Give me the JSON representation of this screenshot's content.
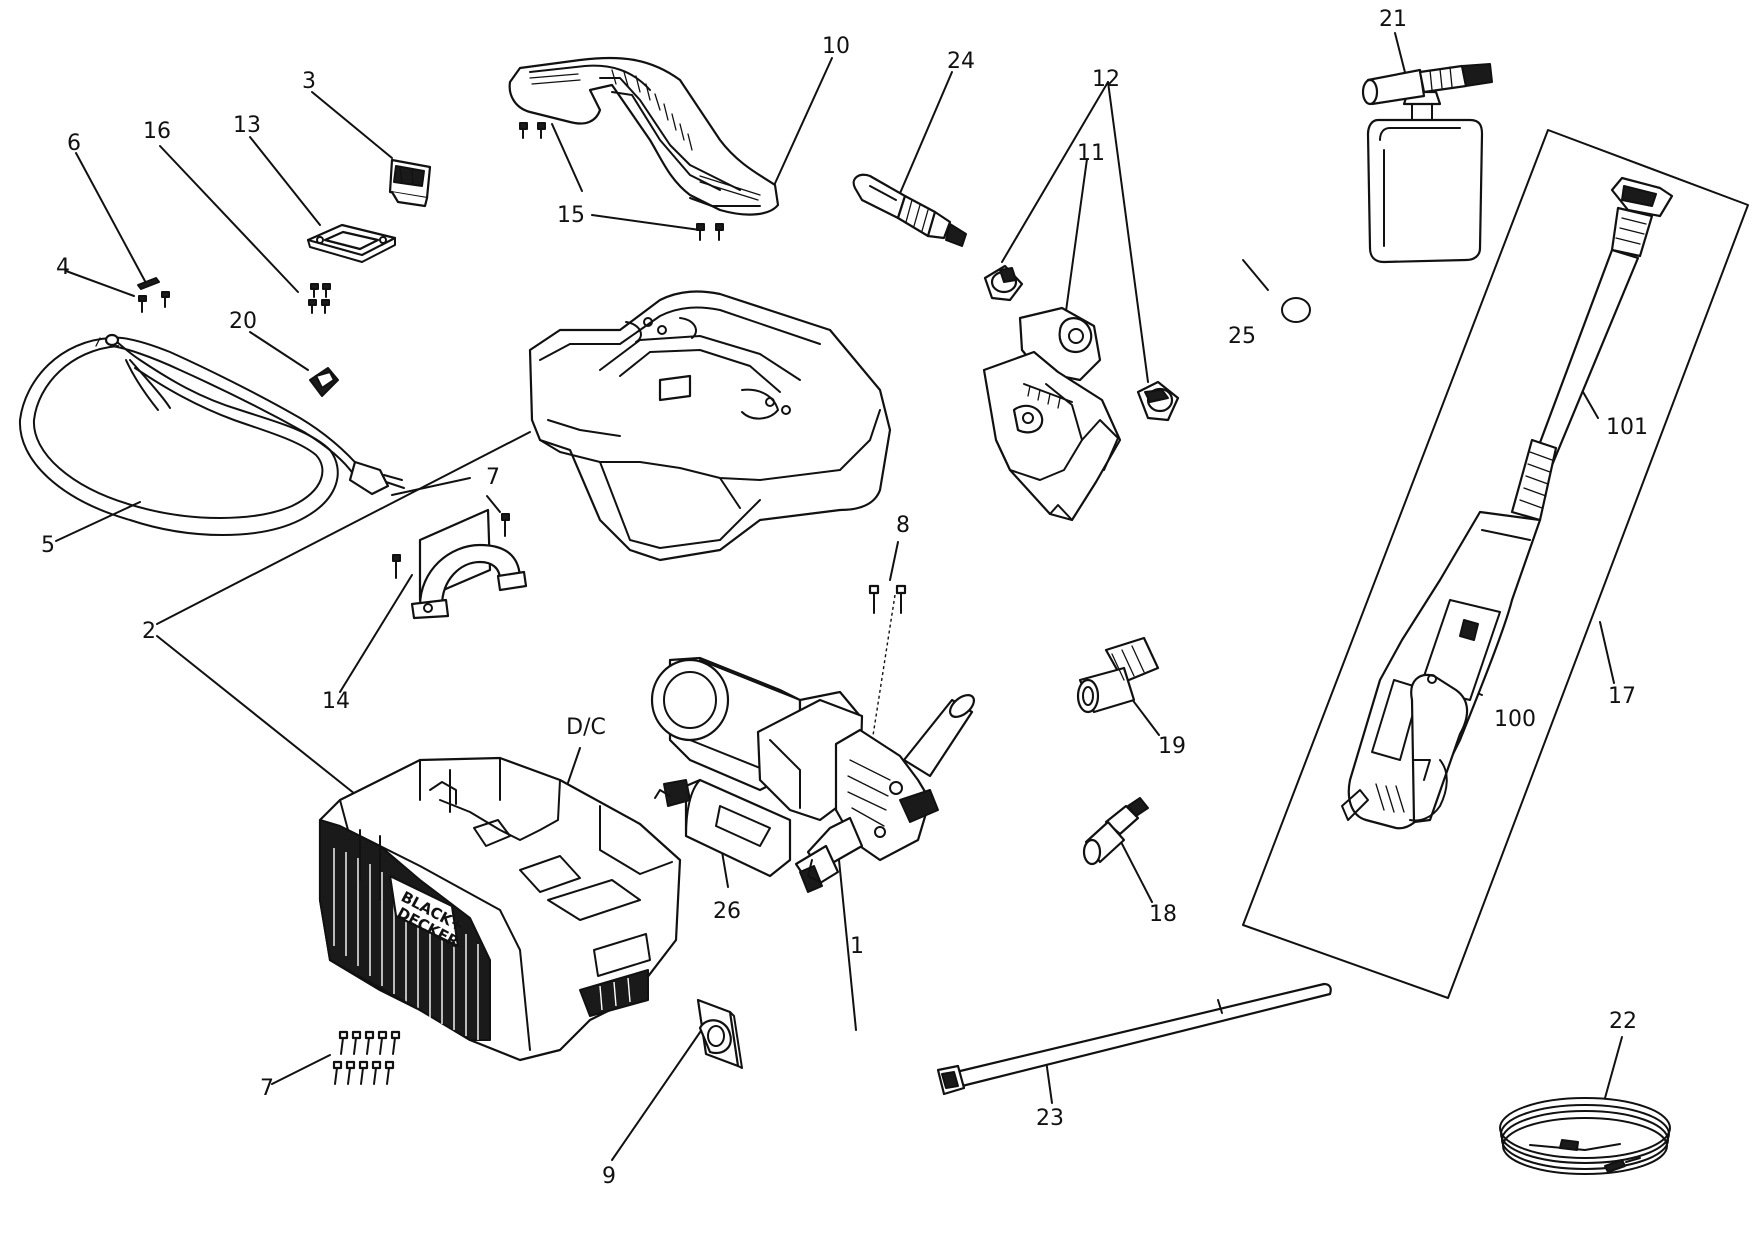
{
  "labels": {
    "l1": "1",
    "l2": "2",
    "l3": "3",
    "l4": "4",
    "l5": "5",
    "l6": "6",
    "l7a": "7",
    "l7b": "7",
    "l8": "8",
    "l9": "9",
    "l10": "10",
    "l11": "11",
    "l12": "12",
    "l13": "13",
    "l14": "14",
    "l15": "15",
    "l16": "16",
    "l17": "17",
    "l18": "18",
    "l19": "19",
    "l20": "20",
    "l21": "21",
    "l22": "22",
    "l23": "23",
    "l24": "24",
    "l25": "25",
    "l26": "26",
    "l100": "100",
    "l101": "101",
    "ldc": "D/C"
  },
  "logo": {
    "line1": "BLACK+",
    "line2": "DECKER"
  }
}
